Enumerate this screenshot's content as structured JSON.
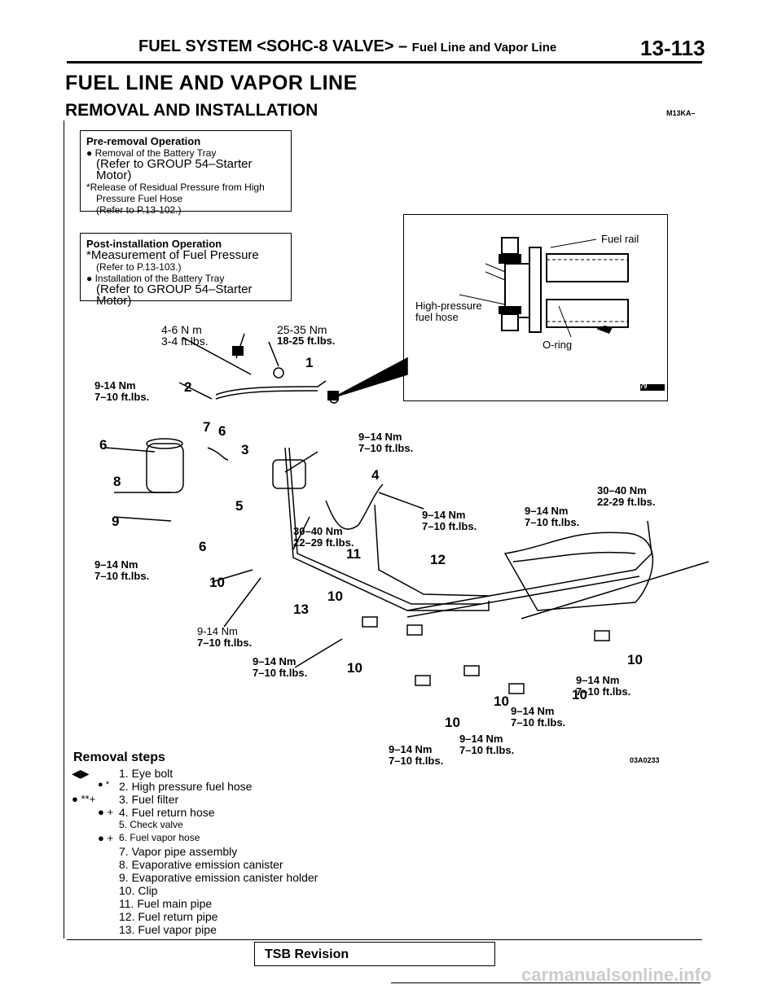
{
  "header": {
    "section": "FUEL SYSTEM",
    "variant": "<SOHC-8 VALVE>",
    "dash": "–",
    "subsection": "Fuel Line and Vapor Line",
    "page_number": "13-113"
  },
  "title": "FUEL LINE AND VAPOR LINE",
  "subtitle": "REMOVAL AND INSTALLATION",
  "ref_code": "M13KA–",
  "pre_removal": {
    "heading": "Pre-removal Operation",
    "line1": "Removal of the Battery Tray",
    "line2": "(Refer to GROUP 54–Starter Motor)",
    "line3": "*Release of Residual Pressure from High",
    "line4": "Pressure Fuel Hose",
    "line5": "(Refer to P.13-102.)"
  },
  "post_installation": {
    "heading": "Post-installation Operation",
    "line1": "*Measurement of Fuel Pressure",
    "line2": "(Refer to P.13-103.)",
    "line3": "Installation of the Battery Tray",
    "line4": "(Refer to GROUP 54–Starter Motor)"
  },
  "inset": {
    "fuel_rail": "Fuel rail",
    "high_pressure": "High-pressure",
    "fuel_hose": "fuel hose",
    "o_ring": "O-ring",
    "code": "03A0079"
  },
  "torques": {
    "t1a": "4-6 N m",
    "t1b": "3-4 ft.lbs.",
    "t2a": "25-35 Nm",
    "t2b": "18-25 ft.lbs.",
    "t3a": "9-14 Nm",
    "t3b": "7–10 ft.lbs.",
    "t4a": "9–14 Nm",
    "t4b": "7–10 ft.lbs.",
    "t5a": "30–40 Nm",
    "t5b": "22-29 ft.lbs.",
    "t6a": "9–14 Nm",
    "t6b": "7–10 ft.lbs.",
    "t7a": "9–14 Nm",
    "t7b": "7–10 ft.lbs.",
    "t8a": "30–40 Nm",
    "t8b": "22–29 ft.lbs.",
    "t9a": "9–14 Nm",
    "t9b": "7–10 ft.lbs.",
    "t10a": "9-14 Nm",
    "t10b": "7–10 ft.lbs.",
    "t11a": "9–14 Nm",
    "t11b": "7–10 ft.lbs.",
    "t12a": "9–14 Nm",
    "t12b": "7–10 ft.lbs.",
    "t13a": "9–14 Nm",
    "t13b": "7–10 ft.lbs.",
    "t14a": "9–14 Nm",
    "t14b": "7–10 ft.lbs.",
    "t15a": "9–14 Nm",
    "t15b": "7–10 ft.lbs."
  },
  "diagram_code": "03A0233",
  "removal": {
    "heading": "Removal steps",
    "steps": [
      {
        "mark": "◀▶",
        "text": "1. Eye bolt"
      },
      {
        "mark": "● *",
        "text": "2. High pressure fuel hose"
      },
      {
        "mark": "● **+",
        "text": "3. Fuel filter"
      },
      {
        "mark": "● +",
        "text": "4. Fuel return hose"
      },
      {
        "mark": "",
        "text": "5. Check valve"
      },
      {
        "mark": "● +",
        "text": "6. Fuel vapor hose"
      },
      {
        "mark": "",
        "text": "7. Vapor pipe assembly"
      },
      {
        "mark": "",
        "text": "8. Evaporative emission canister"
      },
      {
        "mark": "",
        "text": "9. Evaporative emission canister holder"
      },
      {
        "mark": "",
        "text": "10. Clip"
      },
      {
        "mark": "",
        "text": "11. Fuel main pipe"
      },
      {
        "mark": "",
        "text": "12. Fuel return pipe"
      },
      {
        "mark": "",
        "text": "13. Fuel vapor pipe"
      }
    ]
  },
  "footer": {
    "tsb": "TSB Revision",
    "watermark": "carmanualsonline.info"
  }
}
